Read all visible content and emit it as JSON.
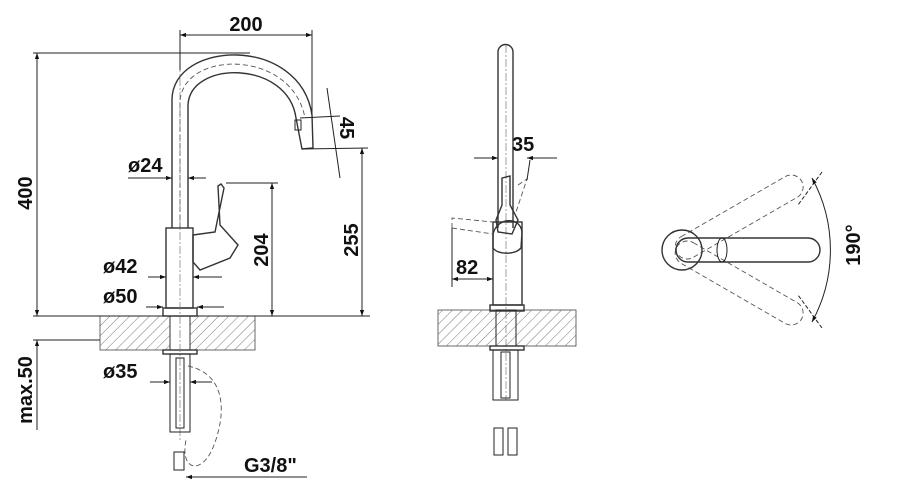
{
  "drawing": {
    "side_view": {
      "dim_reach": "200",
      "dim_height": "400",
      "dim_spout_end": "45",
      "dim_spout_diameter": "ø24",
      "dim_lever_height": "204",
      "dim_outlet_height": "255",
      "dim_body_diameter": "ø42",
      "dim_base_diameter": "ø50",
      "dim_counter_thickness": "max.50",
      "dim_hole_diameter": "ø35",
      "dim_connection": "G3/8\""
    },
    "front_view": {
      "dim_lever_offset": "35",
      "dim_lever_clearance": "82"
    },
    "top_view": {
      "dim_swivel_angle": "190°"
    }
  }
}
